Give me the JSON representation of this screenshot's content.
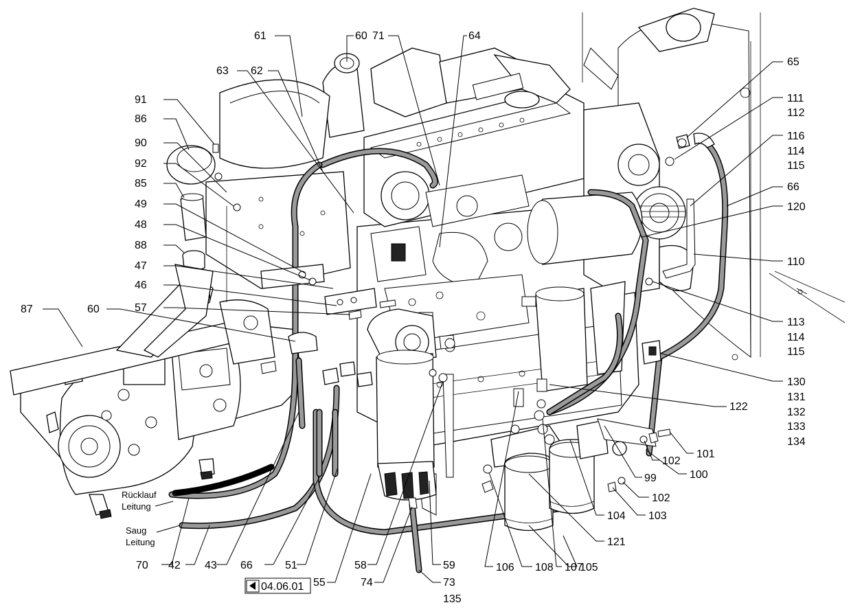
{
  "figure": {
    "reference": "04.06.01",
    "hose_notes": [
      {
        "id": "ruecklauf",
        "line1": "Rücklauf",
        "line2": "Leitung"
      },
      {
        "id": "saug",
        "line1": "Saug",
        "line2": "Leitung"
      }
    ]
  },
  "callouts": {
    "c61": "61",
    "c60a": "60",
    "c71": "71",
    "c64": "64",
    "c63": "63",
    "c62": "62",
    "c91": "91",
    "c86": "86",
    "c90": "90",
    "c92": "92",
    "c85": "85",
    "c49": "49",
    "c48": "48",
    "c88": "88",
    "c47": "47",
    "c46": "46",
    "c87": "87",
    "c60b": "60",
    "c57": "57",
    "c65": "65",
    "c111": "111",
    "c112": "112",
    "c116": "116",
    "c114a": "114",
    "c115a": "115",
    "c66a": "66",
    "c120": "120",
    "c110": "110",
    "c113": "113",
    "c114b": "114",
    "c115b": "115",
    "c130": "130",
    "c131": "131",
    "c132": "132",
    "c133": "133",
    "c134": "134",
    "c122": "122",
    "c101": "101",
    "c102a": "102",
    "c100": "100",
    "c99": "99",
    "c102b": "102",
    "c103": "103",
    "c104": "104",
    "c121": "121",
    "c105": "105",
    "c107": "107",
    "c108": "108",
    "c106": "106",
    "c70": "70",
    "c42": "42",
    "c43": "43",
    "c66b": "66",
    "c51": "51",
    "c55": "55",
    "c58": "58",
    "c74": "74",
    "c59": "59",
    "c73": "73",
    "c135": "135"
  }
}
